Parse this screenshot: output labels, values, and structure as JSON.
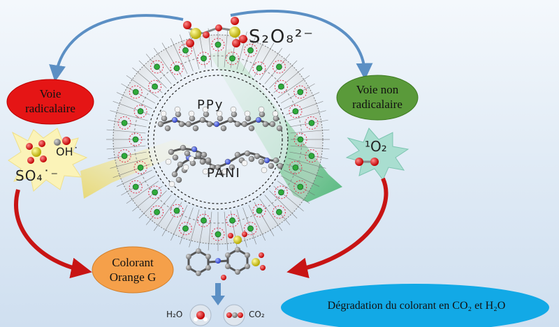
{
  "reagent": {
    "formula": "S₂O₈²⁻"
  },
  "paths": {
    "radical": {
      "line1": "Voie",
      "line2": "radicalaire",
      "color": "#e51515"
    },
    "non_radical": {
      "line1": "Voie non",
      "line2": "radicalaire",
      "color": "#5a9a3a"
    }
  },
  "species": {
    "hydroxyl": "OH˙",
    "sulfate": "SO₄˙⁻",
    "singlet_oxygen": "¹O₂"
  },
  "polymers": {
    "top": "PPy",
    "bottom": "PANI"
  },
  "dye": {
    "line1": "Colorant",
    "line2": "Orange G",
    "color": "#f5a04a"
  },
  "products": {
    "water": "H₂O",
    "co2": "CO₂"
  },
  "result": {
    "text": "Dégradation du colorant en CO₂ et H₂O",
    "color": "#12a9e6"
  },
  "colors": {
    "arrow_blue": "#5b8fc4",
    "arrow_red": "#d01818",
    "sulfur": "#c8c820",
    "oxygen": "#e01010"
  }
}
